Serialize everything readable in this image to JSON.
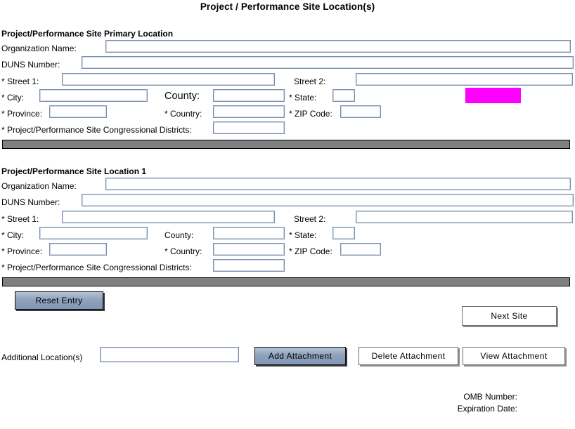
{
  "page": {
    "title": "Project / Performance Site Location(s)"
  },
  "primary_section": {
    "heading": "Project/Performance Site Primary Location",
    "fields": {
      "organization_name_label": "Organization Name:",
      "organization_name_value": "",
      "duns_number_label": "DUNS Number:",
      "duns_number_value": "",
      "street1_label": "* Street 1:",
      "street1_value": "",
      "street2_label": "Street 2:",
      "street2_value": "",
      "city_label": "* City:",
      "city_value": "",
      "county_label": "County:",
      "county_value": "",
      "state_label": "* State:",
      "state_value": "",
      "province_label": "* Province:",
      "province_value": "",
      "country_label": "* Country:",
      "country_value": "",
      "zip_label": "* ZIP Code:",
      "zip_value": "",
      "congressional_label": "* Project/Performance Site Congressional Districts:",
      "congressional_value": ""
    },
    "highlight_color": "#ff00ff"
  },
  "location1_section": {
    "heading": "Project/Performance Site Location 1",
    "fields": {
      "organization_name_label": "Organization Name:",
      "organization_name_value": "",
      "duns_number_label": "DUNS Number:",
      "duns_number_value": "",
      "street1_label": "* Street 1:",
      "street1_value": "",
      "street2_label": "Street 2:",
      "street2_value": "",
      "city_label": "* City:",
      "city_value": "",
      "county_label": "County:",
      "county_value": "",
      "state_label": "* State:",
      "state_value": "",
      "province_label": "* Province:",
      "province_value": "",
      "country_label": "* Country:",
      "country_value": "",
      "zip_label": "* ZIP Code:",
      "zip_value": "",
      "congressional_label": "* Project/Performance Site Congressional Districts:",
      "congressional_value": ""
    }
  },
  "actions": {
    "reset_entry": "Reset Entry",
    "next_site": "Next Site",
    "additional_locations_label": "Additional Location(s)",
    "additional_locations_value": "",
    "add_attachment": "Add Attachment",
    "delete_attachment": "Delete Attachment",
    "view_attachment": "View  Attachment"
  },
  "footer": {
    "omb_number_label": "OMB Number:",
    "omb_number_value": "",
    "expiration_date_label": "Expiration Date:",
    "expiration_date_value": ""
  }
}
